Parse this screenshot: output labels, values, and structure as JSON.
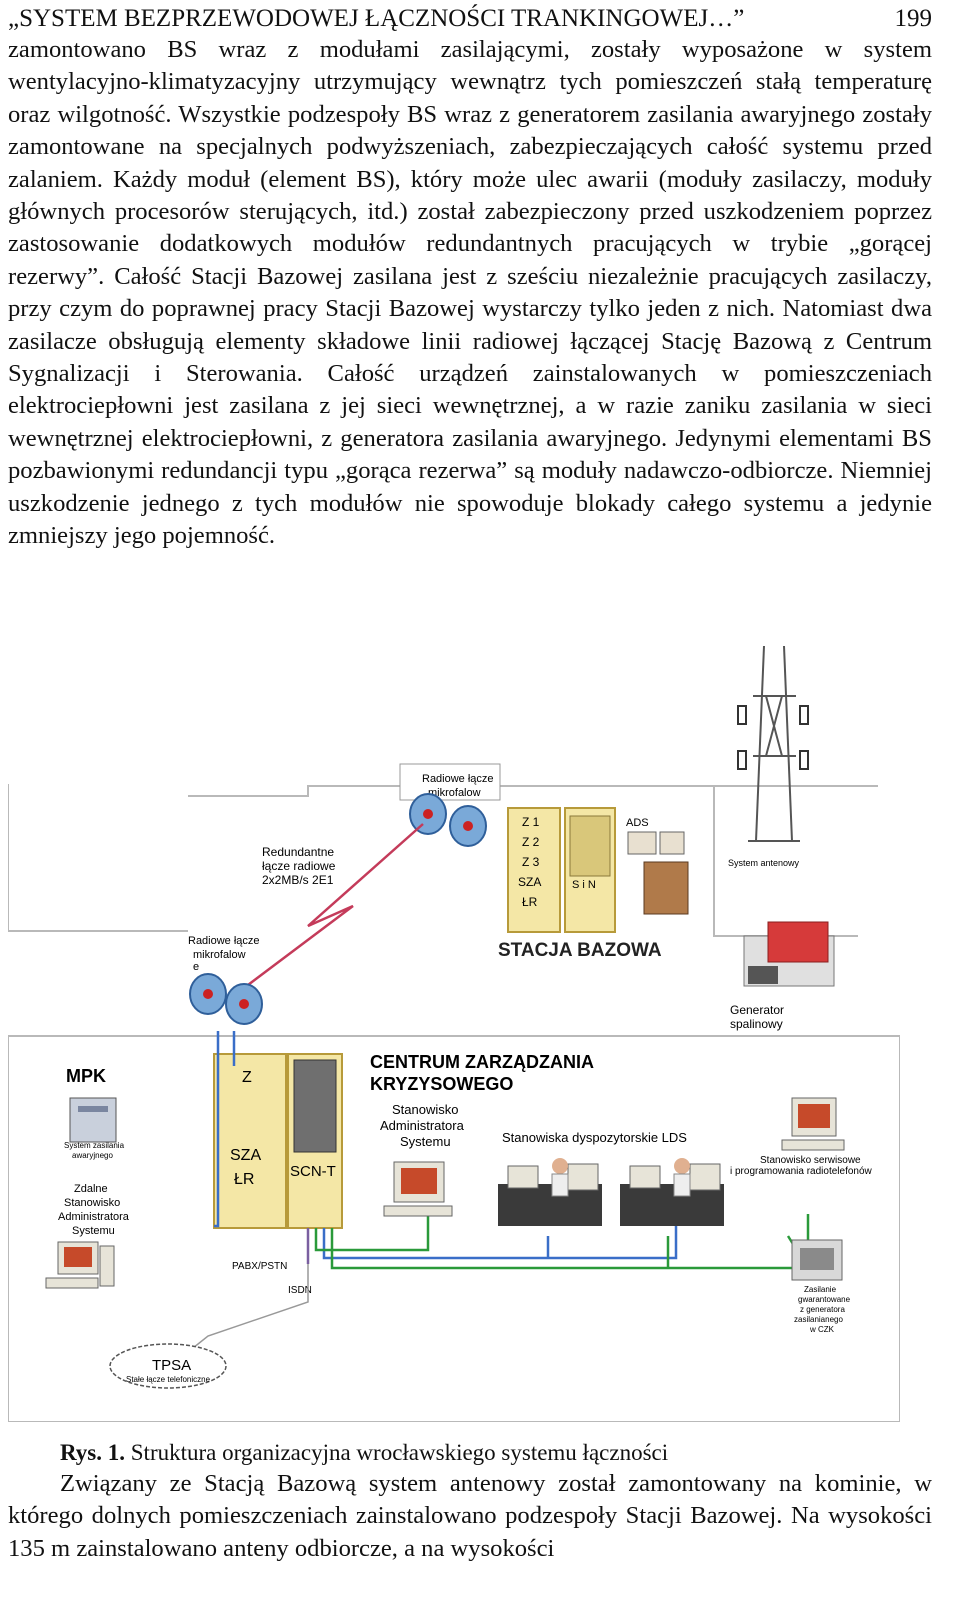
{
  "header": {
    "running_title": "„SYSTEM BEZPRZEWODOWEJ ŁĄCZNOŚCI TRANKINGOWEJ…”",
    "page_number": "199"
  },
  "body_paragraph": "zamontowano BS wraz z modułami zasilającymi, zostały wyposażone w system wentylacyjno-klimatyzacyjny utrzymujący wewnątrz tych pomieszczeń stałą temperaturę oraz wilgotność. Wszystkie podzespoły BS wraz z generatorem zasilania awaryjnego zostały zamontowane na specjalnych podwyższeniach, zabezpieczających całość systemu przed zalaniem. Każdy moduł (element BS), który może ulec awarii (moduły zasilaczy, moduły głównych procesorów sterujących, itd.) został zabezpieczony przed uszkodzeniem poprzez zastosowanie dodatkowych modułów redundantnych pracujących w trybie „gorącej rezerwy”. Całość Stacji Bazowej zasilana jest z sześciu niezależnie pracujących zasilaczy, przy czym do poprawnej pracy Stacji Bazowej wystarczy tylko jeden z nich. Natomiast dwa zasilacze obsługują elementy składowe linii radiowej łączącej Stację Bazową z Centrum Sygnalizacji i Sterowania. Całość urządzeń zainstalowanych w pomieszczeniach elektrociepłowni jest zasilana z jej sieci wewnętrznej, a w razie zaniku zasilania w sieci wewnętrznej elektrociepłowni, z generatora zasilania awaryjnego. Jedynymi elementami BS pozbawionymi redundancji typu „gorąca rezerwa” są moduły nadawczo-odbiorcze. Niemniej uszkodzenie jednego z tych modułów nie spowoduje blokady całego systemu a jedynie zmniejszy jego pojemność.",
  "figure": {
    "labels": {
      "radio_link_top_1": "Radiowe łącze",
      "radio_link_top_2": "mikrofalow",
      "redundant_1": "Redundantne",
      "redundant_2": "łącze radiowe",
      "redundant_3": "2x2MB/s 2E1",
      "radio_link_left_1": "Radiowe łącze",
      "radio_link_left_2": "mikrofalow",
      "radio_link_left_3": "e",
      "rack_z1": "Z 1",
      "rack_z2": "Z 2",
      "rack_z3": "Z 3",
      "rack_sza": "SZA",
      "rack_lr": "ŁR",
      "rack_sin": "S i N",
      "ads": "ADS",
      "antenna_system": "System antenowy",
      "base_station": "STACJA BAZOWA",
      "generator_1": "Generator",
      "generator_2": "spalinowy",
      "mpk": "MPK",
      "emergency_power_1": "System zasilania",
      "emergency_power_2": "awaryjnego",
      "remote_admin_1": "Zdalne",
      "remote_admin_2": "Stanowisko",
      "remote_admin_3": "Administratora",
      "remote_admin_4": "Systemu",
      "rack2_z": "Z",
      "rack2_sza": "SZA",
      "rack2_lr": "ŁR",
      "scnt": "SCN-T",
      "crisis_center_1": "CENTRUM ZARZĄDZANIA",
      "crisis_center_2": "KRYZYSOWEGO",
      "admin_station_1": "Stanowisko",
      "admin_station_2": "Administratora",
      "admin_station_3": "Systemu",
      "dispatcher_stations": "Stanowiska dyspozytorskie LDS",
      "service_station_1": "Stanowisko serwisowe",
      "service_station_2": "i programowania radiotelefonów",
      "pabx": "PABX/PSTN",
      "isdn": "ISDN",
      "tpsa": "TPSA",
      "fixed_line": "Stałe łącze telefoniczne",
      "guaranteed_1": "Zasilanie",
      "guaranteed_2": "gwarantowane",
      "guaranteed_3": "z generatora",
      "guaranteed_4": "zasilanianego",
      "guaranteed_5": "w CZK"
    }
  },
  "caption": {
    "label": "Rys. 1.",
    "text": " Struktura organizacyjna wrocławskiego systemu łączności"
  },
  "tail_paragraph": "Związany ze Stacją Bazową system antenowy został zamontowany na kominie, w którego dolnych pomieszczeniach zainstalowano podzespoły Stacji Bazowej. Na wysokości 135 m zainstalowano anteny odbiorcze, a na wysokości"
}
